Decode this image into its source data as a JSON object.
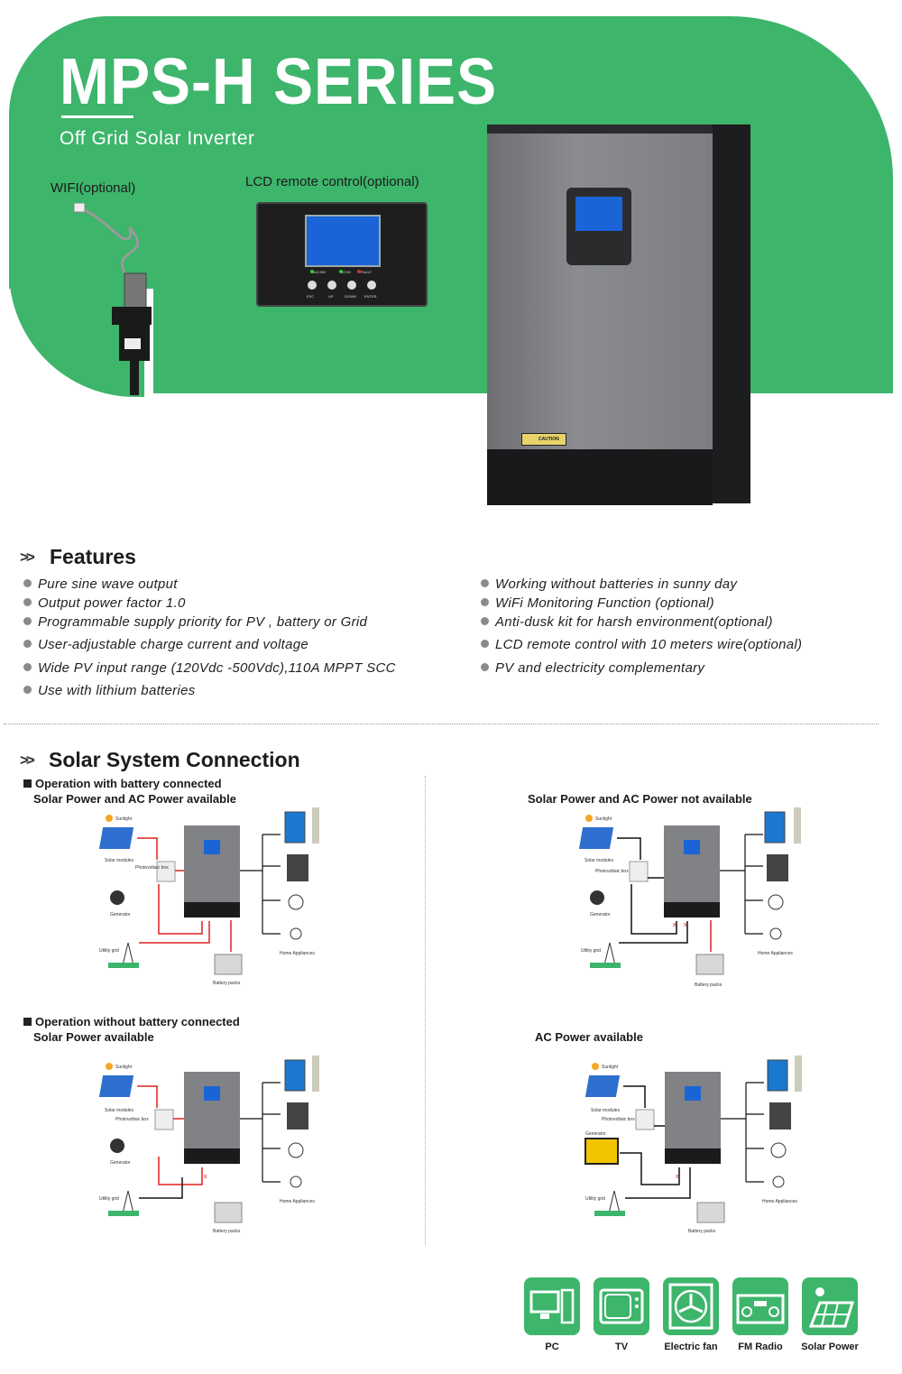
{
  "hero": {
    "title": "MPS-H SERIES",
    "subtitle": "Off Grid Solar Inverter",
    "wifi_label": "WIFI(optional)",
    "remote_label": "LCD remote control(optional)",
    "caution_text": "CAUTION"
  },
  "remote_buttons": [
    "ESC",
    "UP",
    "DOWN",
    "ENTER"
  ],
  "remote_leds": [
    "AC/INV",
    "CHG",
    "FAULT"
  ],
  "features": {
    "heading": "Features",
    "left": [
      "Pure sine wave output",
      "Output power factor 1.0",
      "Programmable supply priority for PV , battery or Grid",
      "User-adjustable charge current and voltage",
      "Wide PV input range (120Vdc -500Vdc),110A MPPT SCC",
      "Use with lithium batteries"
    ],
    "right": [
      "Working without batteries in sunny day",
      "WiFi Monitoring Function (optional)",
      "Anti-dusk kit for harsh environment(optional)",
      "LCD remote control with 10 meters wire(optional)",
      "PV and electricity complementary"
    ]
  },
  "connection": {
    "heading": "Solar System Connection",
    "case1_line1": "Operation with battery connected",
    "case1_line2": "Solar Power and AC Power available",
    "case2": "Solar Power and AC Power not available",
    "case3_line1": "Operation without battery connected",
    "case3_line2": "Solar Power available",
    "case4": "AC Power available"
  },
  "diagram_labels": {
    "sunlight": "Sunlight",
    "solar_modules": "Solar modules",
    "pv_box": "Photovoltaic box",
    "generator": "Generator",
    "utility_grid": "Utility grid",
    "battery": "Battery packs",
    "home": "Home Appliances"
  },
  "appliances": [
    {
      "label": "PC",
      "icon": "pc-icon"
    },
    {
      "label": "TV",
      "icon": "tv-icon"
    },
    {
      "label": "Electric fan",
      "icon": "fan-icon"
    },
    {
      "label": "FM Radio",
      "icon": "radio-icon"
    },
    {
      "label": "Solar Power",
      "icon": "solar-panel-icon"
    }
  ],
  "colors": {
    "brand_green": "#3db56b",
    "wire_red": "#e02020",
    "wire_black": "#111111"
  }
}
